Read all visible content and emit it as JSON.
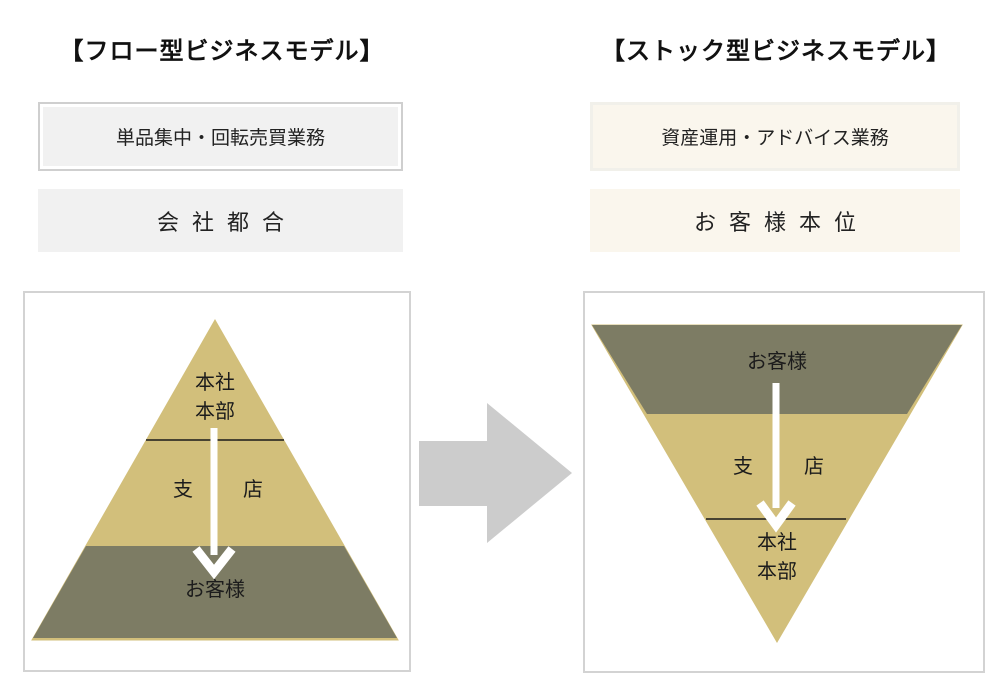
{
  "left_panel": {
    "title": "【フロー型ビジネスモデル】",
    "business_box": "単品集中・回転売買業務",
    "stance_box": "会社都合",
    "pyramid": {
      "top_label_line1": "本社",
      "top_label_line2": "本部",
      "middle_label_left": "支",
      "middle_label_right": "店",
      "bottom_label": "お客様"
    }
  },
  "right_panel": {
    "title": "【ストック型ビジネスモデル】",
    "business_box": "資産運用・アドバイス業務",
    "stance_box": "お客様本位",
    "pyramid": {
      "top_label": "お客様",
      "middle_label_left": "支",
      "middle_label_right": "店",
      "bottom_label_line1": "本社",
      "bottom_label_line2": "本部"
    }
  },
  "icons": {
    "transform_arrow": "right-block-arrow",
    "flow_direction_arrow": "down-arrow",
    "stock_direction_arrow": "down-arrow"
  },
  "colors": {
    "pyramid_tan": "#d2bf7b",
    "pyramid_olive": "#7d7c64",
    "flow_box_fill": "#f1f1f1",
    "flow_box_border": "#cfcfcf",
    "stock_box_fill": "#faf6ed",
    "transform_arrow_gray": "#cccccc",
    "divider_line": "#1a1a1a",
    "direction_arrow_white": "#ffffff"
  }
}
